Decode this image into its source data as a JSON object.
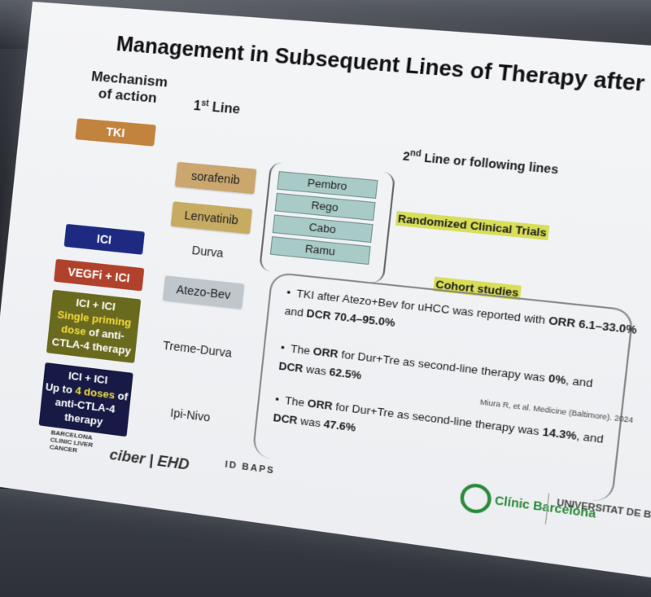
{
  "title": "Management in Subsequent Lines of Therapy after IO-based scheme",
  "headers": {
    "moa": "Mechanism of action",
    "first_line": "1",
    "first_sup": "st",
    "first_tail": " Line",
    "second_line": "2",
    "second_sup": "nd",
    "second_tail": " Line or following lines"
  },
  "mechanisms": {
    "tki": "TKI",
    "ici": "ICI",
    "vegfi_ici": "VEGFi + ICI",
    "single": {
      "top": "ICI + ICI",
      "y1": "Single priming",
      "line2a": "dose",
      "line2b": " of anti-",
      "line3": "CTLA-4 therapy"
    },
    "four": {
      "top": "ICI + ICI",
      "l1": "Up to ",
      "num": "4 doses",
      "l1b": " of",
      "l2": "anti-CTLA-4",
      "l3": "therapy"
    }
  },
  "first_line_drugs": {
    "sorafenib": "sorafenib",
    "lenvatinib": "Lenvatinib",
    "durva": "Durva",
    "atezo_bev": "Atezo-Bev",
    "treme_durva": "Treme-Durva",
    "ipi_nivo": "Ipi-Nivo"
  },
  "second_line_drugs": [
    "Pembro",
    "Rego",
    "Cabo",
    "Ramu"
  ],
  "tags": {
    "rct": "Randomized Clinical Trials",
    "cohort": "Cohort studies"
  },
  "bullets": {
    "b1_pre": "TKI after Atezo+Bev for uHCC was reported with ",
    "b1_orr": "ORR 6.1–33.0%",
    "b1_mid": " and ",
    "b1_dcr": "DCR 70.4–95.0%",
    "b2_pre": "The ",
    "b2_orr": "ORR",
    "b2_mid": " for Dur+Tre as second-line therapy was ",
    "b2_val": "0%",
    "b2_tail": ", and",
    "b2_dcr": "DCR",
    "b2_dcr_tail": " was ",
    "b2_dcr_val": "62.5%",
    "b3_pre": "The ",
    "b3_orr": "ORR",
    "b3_mid": " for Dur+Tre as second-line therapy was ",
    "b3_val": "14.3%",
    "b3_tail": ", and",
    "b3_dcr": "DCR",
    "b3_dcr_tail": " was ",
    "b3_dcr_val": "47.6%"
  },
  "citation": "Miura R, et al. Medicine (Baltimore). 2024",
  "logos": {
    "bcn": "BARCELONA CLINIC LIVER CANCER",
    "ciber": "ciber | EHD",
    "idibaps": "ID BAPS",
    "clinic": "Clínic Barcelona",
    "univ": "UNIVERSITAT DE BARCELONA"
  }
}
